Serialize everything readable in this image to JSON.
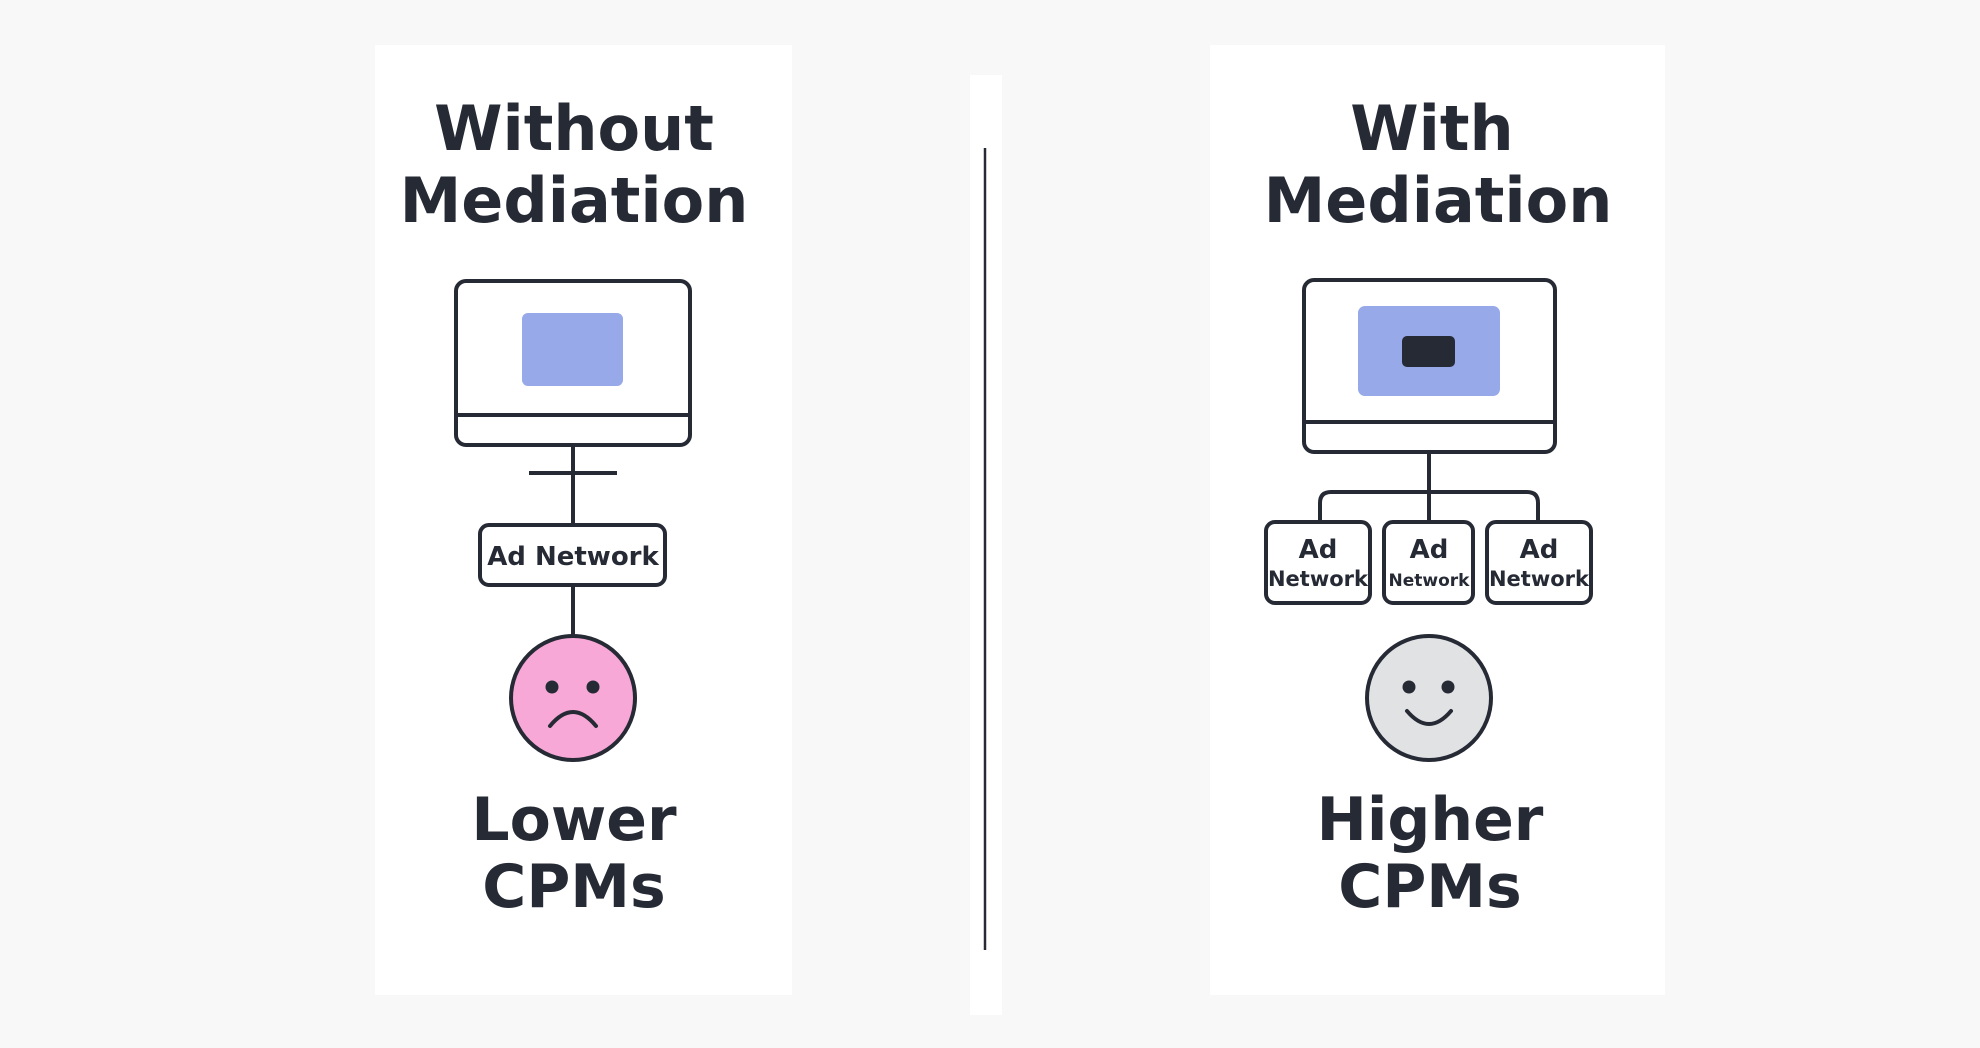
{
  "colors": {
    "background": "#f8f8f9",
    "panel": "#ffffff",
    "ink": "#262a35",
    "ad_block": "#97a9e8",
    "sad_face": "#f7a8d6",
    "happy_face": "#e1e2e4"
  },
  "left": {
    "title_line1": "Without",
    "title_line2": "Mediation",
    "network_label": "Ad Network",
    "outcome_line1": "Lower",
    "outcome_line2": "CPMs",
    "face_icon": "sad-face-icon"
  },
  "right": {
    "title_line1": "With",
    "title_line2": "Mediation",
    "networks": [
      {
        "line1": "Ad",
        "line2": "Network"
      },
      {
        "line1": "Ad",
        "line2": "Network"
      },
      {
        "line1": "Ad",
        "line2": "Network"
      }
    ],
    "outcome_line1": "Higher",
    "outcome_line2": "CPMs",
    "face_icon": "happy-face-icon"
  }
}
